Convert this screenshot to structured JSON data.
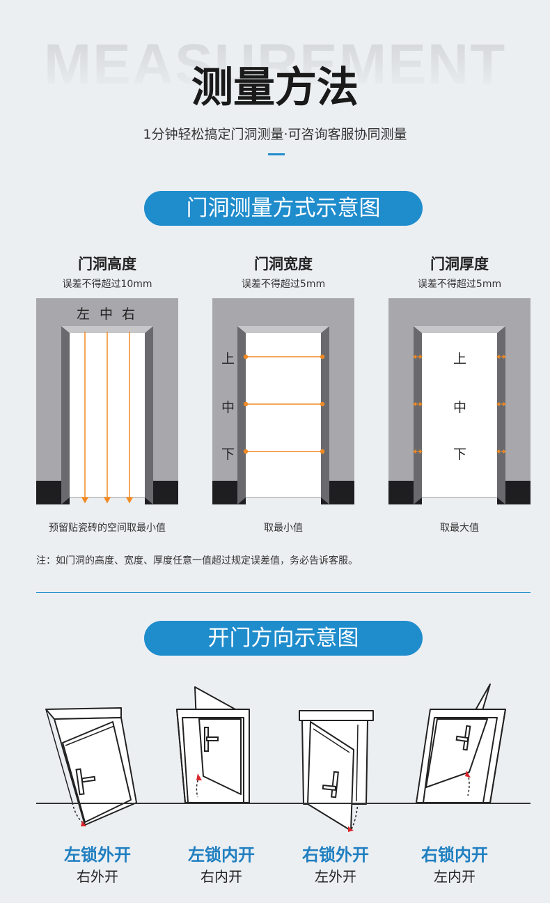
{
  "header": {
    "background_word": "MEASUREMENT",
    "title": "测量方法",
    "subtitle": "1分钟轻松搞定门洞测量·可咨询客服协同测量"
  },
  "colors": {
    "accent": "#1f8ccc",
    "label_blue": "#1f7fc0",
    "arrow": "#f08a24",
    "wall": "#a8a8ac",
    "base": "#1e1e20"
  },
  "section1": {
    "pill": "门洞测量方式示意图",
    "columns": [
      {
        "title": "门洞高度",
        "sub": "误差不得超过10mm",
        "labels": [
          "左",
          "中",
          "右"
        ],
        "foot": "预留贴瓷砖的空间取最小值"
      },
      {
        "title": "门洞宽度",
        "sub": "误差不得超过5mm",
        "labels": [
          "上",
          "中",
          "下"
        ],
        "foot": "取最小值"
      },
      {
        "title": "门洞厚度",
        "sub": "误差不得超过5mm",
        "labels": [
          "上",
          "中",
          "下"
        ],
        "foot": "取最大值"
      }
    ],
    "note": "注：如门洞的高度、宽度、厚度任意一值超过规定误差值，务必告诉客服。"
  },
  "section2": {
    "pill": "开门方向示意图",
    "doors": [
      {
        "title": "左锁外开",
        "sub": "右外开"
      },
      {
        "title": "左锁内开",
        "sub": "右内开"
      },
      {
        "title": "右锁外开",
        "sub": "左外开"
      },
      {
        "title": "右锁内开",
        "sub": "左内开"
      }
    ]
  }
}
